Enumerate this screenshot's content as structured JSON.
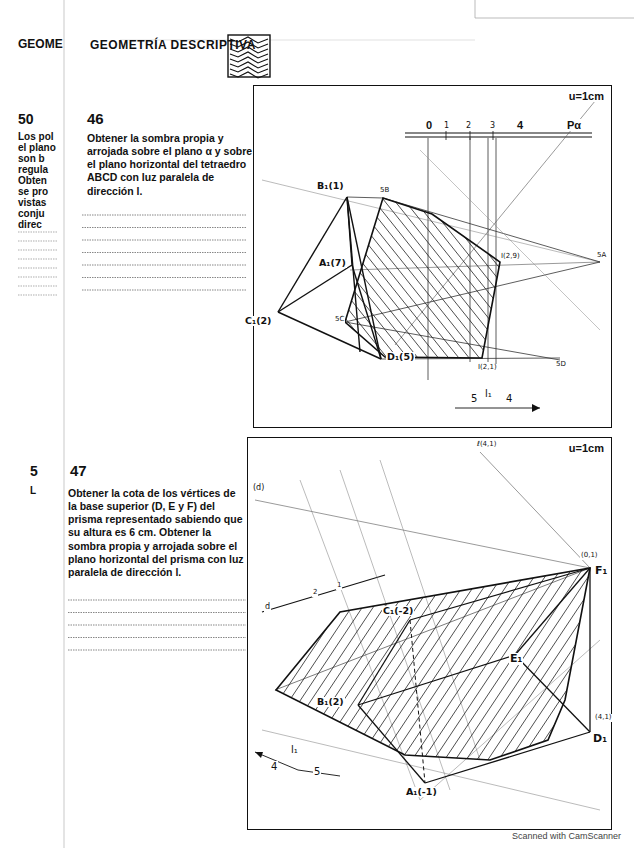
{
  "diagram": {
    "title": "GEOMETRÍA DESCRIPTIVA",
    "nodes": [
      {
        "text": [
          "u=1cm"
        ]
      },
      {
        "text": [
          "u=1cm"
        ]
      }
    ],
    "labels": [
      "GEOME",
      "50",
      "Los pol",
      "el plano",
      "son b",
      "regula",
      "Obten",
      "se pro",
      "vistas",
      "conju",
      "direc",
      "46",
      "Obtener la sombra propia y arrojada sobre el plano α y sobre el plano horizontal del tetraedro ABCD con luz paralela de dirección l.",
      "0",
      "1",
      "2",
      "3",
      "4",
      "Pα",
      "B₁(1)",
      "A₁(7)",
      "C₁(2)",
      "D₁(5)",
      "5B",
      "5C",
      "I(2,9)",
      "5A",
      "I(2,1)",
      "5D",
      "5",
      "l₁",
      "4",
      "5",
      "L",
      "47",
      "Obtener la cota de los vértices de la base superior (D, E y F) del prisma representado sabiendo que su altura es 6 cm. Obtener la sombra propia y arrojada sobre el plano horizontal del prisma con luz paralela de dirección l.",
      "ℓ(4,1)",
      "(d)",
      "d",
      "2",
      "1",
      "C₁(-2)",
      "(0,1)",
      "F₁",
      "E₁",
      "B₁(2)",
      "(4,1)",
      "D₁",
      "A₁(-1)",
      "4",
      "l₁",
      "5",
      "Scanned with CamScanner"
    ]
  }
}
